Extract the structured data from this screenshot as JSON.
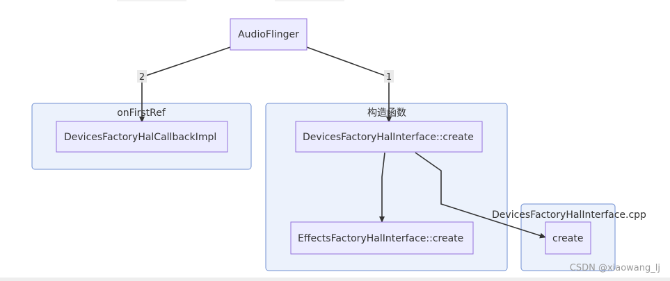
{
  "diagram": {
    "nodes": {
      "audioflinger": "AudioFlinger",
      "callback_impl": "DevicesFactoryHalCallbackImpl",
      "devices_create": "DevicesFactoryHalInterface::create",
      "effects_create": "EffectsFactoryHalInterface::create",
      "create": "create"
    },
    "subgraphs": {
      "onfirstref": "onFirstRef",
      "constructor": "构造函数",
      "cpp": "DevicesFactoryHalInterface.cpp"
    },
    "edge_labels": {
      "e1": "1",
      "e2": "2"
    }
  },
  "watermark": "CSDN @xiaowang_lj",
  "colors": {
    "node_fill": "#ececff",
    "node_stroke": "#9370db",
    "subgraph_fill": "#ecf2fc",
    "subgraph_stroke": "#6f8fd2",
    "edge": "#333333"
  }
}
